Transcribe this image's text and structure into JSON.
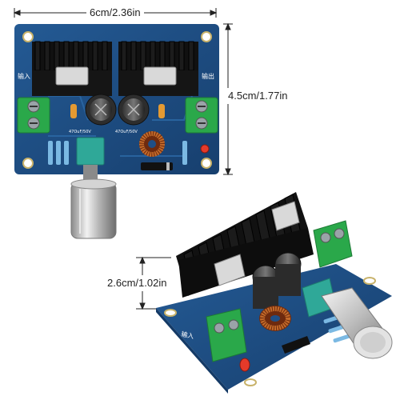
{
  "dimensions": {
    "width_label": "6cm/2.36in",
    "height_label": "4.5cm/1.77in",
    "depth_label": "2.6cm/1.02in"
  },
  "board_top": {
    "input_marking": "输入",
    "output_marking": "输出",
    "cap_left_marking": "47OuF/50V",
    "cap_right_marking": "47OuF/50V"
  },
  "board_angled": {
    "input_marking": "输入"
  },
  "colors": {
    "pcb": "#1f4f86",
    "heatsink": "#121212",
    "terminal": "#2aa84a",
    "knob": "#c8c8c8",
    "potentiometer": "#2fa898",
    "inductor_copper": "#c26a2a"
  }
}
